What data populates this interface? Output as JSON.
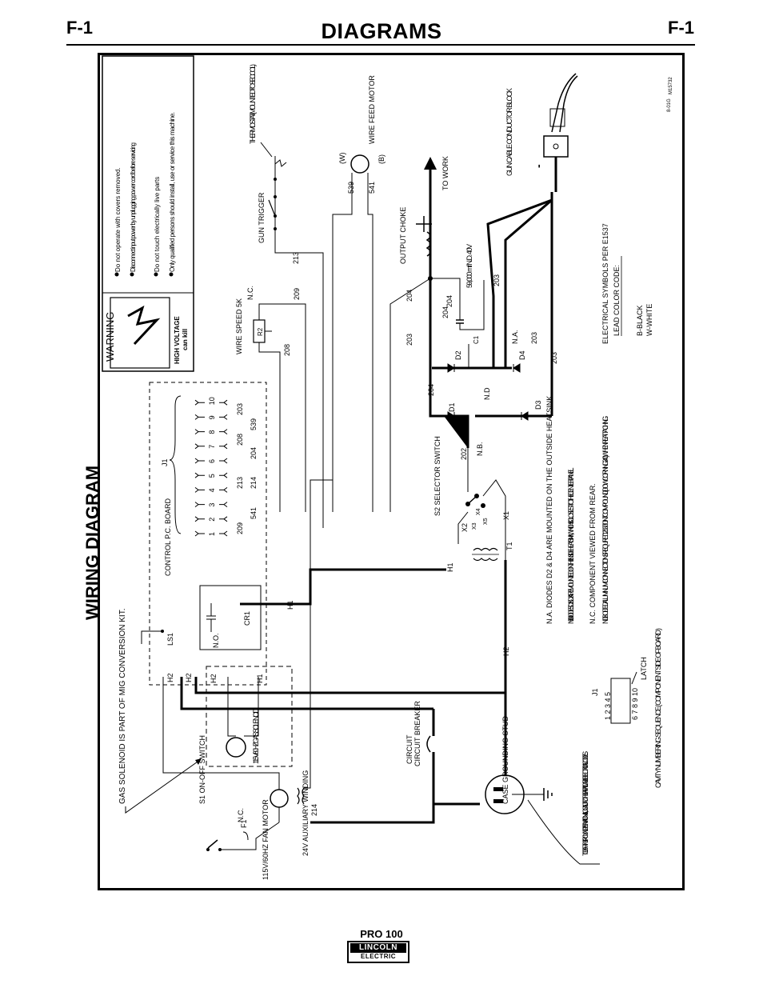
{
  "header": {
    "page_label_left": "F-1",
    "page_label_right": "F-1",
    "title": "DIAGRAMS"
  },
  "diagram": {
    "title": "WIRING DIAGRAM",
    "warning": {
      "heading": "WARNING",
      "icon_label_1": "HIGH VOLTAGE",
      "icon_label_2": "can kill",
      "bullets": [
        "Do not operate with covers removed.",
        "Disconnect input power by unplugging power cord before servicing",
        "Do not touch electrically live parts",
        "Only qualified persons should install, use or service this machine."
      ]
    },
    "components": {
      "gas_solenoid_note": "GAS SOLENOID IS PART OF MIG CONVERSION KIT.",
      "ls1": "LS1",
      "cr1": "CR1",
      "no": "N.O.",
      "control_board": "CONTROL P.C. BOARD",
      "j1": "J1",
      "j1_pins": [
        "1",
        "2",
        "3",
        "4",
        "5",
        "6",
        "7",
        "8",
        "9",
        "10"
      ],
      "j1_wires_top": [
        "209",
        "213",
        "208",
        "203"
      ],
      "j1_wires_bottom": [
        "541",
        "214",
        "204",
        "539"
      ],
      "wire_speed": "WIRE SPEED 5K",
      "r2": "R2",
      "nc": "N.C.",
      "thermostat": "THERMOSTAT (MOUNTED TO SEC. COIL)",
      "gun_trigger": "GUN TRIGGER",
      "wire_feed_motor": "WIRE FEED MOTOR",
      "w_label": "(W)",
      "b_label": "(B)",
      "minus": "-",
      "plus": "+",
      "to_work": "TO WORK",
      "output_choke": "OUTPUT CHOKE",
      "gun_cable_block": "GUN CABLE CONDUCTOR BLOCK",
      "cap_rating": "59,000 mf N.D. 40V",
      "c1": "C1",
      "d1": "D1",
      "d2": "D2",
      "d3": "D3",
      "d4": "D4",
      "na": "N.A.",
      "nb": "N.B.",
      "nd": "N.D",
      "s2": "S2 SELECTOR SWITCH",
      "x1": "X1",
      "x2": "X2",
      "x3": "X3",
      "x4": "X4",
      "x5": "X5",
      "t1": "T1",
      "h1": "H1",
      "h2": "H2",
      "circuit_breaker": "CIRCUIT BREAKER",
      "case_ground": "CASE GROUNDING STUD",
      "earth_ground": "TO EARTH GROUND PER NATIONAL, LOCAL OR OTHER APPLICABLE ELECTRICAL CODES.",
      "s1": "S1 ON-OFF SWITCH",
      "f1": "F1",
      "fan_motor": "115V/60HZ FAN MOTOR",
      "aux_winding": "24V AUXILIARY WINDING",
      "gas_solenoid": "115V/60HZ GAS SOLENOID",
      "latch": "LATCH",
      "cavity": "CAVITY NUMBERING SEQUENCE ( COMPONENT SIDE OF BOARD )",
      "cavity_top": "1 2 3 4 5",
      "cavity_bottom": "6 7 8 9 10",
      "wire_numbers": [
        "539",
        "541",
        "213",
        "209",
        "208",
        "203",
        "204",
        "202",
        "214"
      ]
    },
    "notes": [
      "N.A.  DIODES D2 & D4 ARE MOUNTED ON THE OUTSIDE HEATSINK.",
      "N.B.  DIODES D1 & D3 ARE MOUNTED ON THE INSIDE HEATSINK, WHICH IS CLOSEST TO THE CENTER PANEL.",
      "N.C.  COMPONENT VIEWED FROM REAR.",
      "N.D.  BOLTED ALUMINUM CONNECTIONS REQUIRE T12837 JOINT COMPOUND (DOW CORNING 340) WHEN REATTACHING."
    ],
    "symbols_note": "ELECTRICAL SYMBOLS PER E1537",
    "color_code_title": "LEAD COLOR CODE:",
    "color_codes": [
      "B-BLACK",
      "W-WHITE"
    ],
    "drawing_number": "M15732",
    "date_code": "8-01G"
  },
  "footer": {
    "model": "PRO 100",
    "brand_top": "LINCOLN",
    "brand_bottom": "ELECTRIC"
  }
}
